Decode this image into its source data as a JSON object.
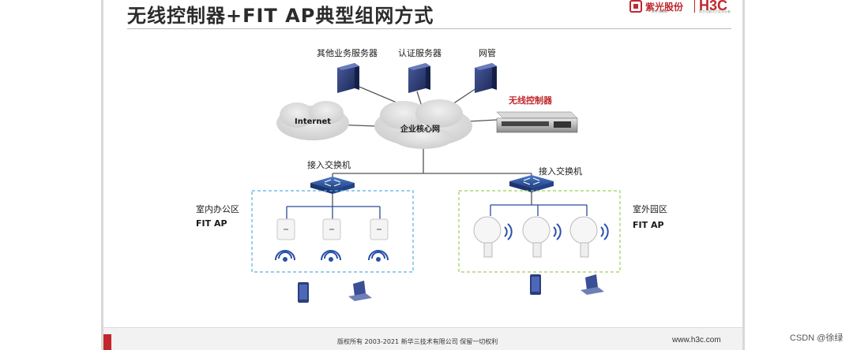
{
  "slide": {
    "title": "无线控制器+FIT AP典型组网方式"
  },
  "logo": {
    "brand_cn": "紫光股份",
    "brand_en": "H3C",
    "tagline_cn": "数字化赋能",
    "tagline_en": "数字化解决方案领导者"
  },
  "diagram": {
    "servers": [
      {
        "label": "其他业务服务器",
        "icon": "server-icon"
      },
      {
        "label": "认证服务器",
        "icon": "server-icon"
      },
      {
        "label": "网管",
        "icon": "server-icon"
      }
    ],
    "controller_label": "无线控制器",
    "internet_label": "Internet",
    "core_label": "企业核心网",
    "switch_left_label": "接入交换机",
    "switch_right_label": "接入交换机",
    "indoor_zone_label": "室内办公区",
    "indoor_ap_label": "FIT AP",
    "outdoor_zone_label": "室外园区",
    "outdoor_ap_label": "FIT AP"
  },
  "footer": {
    "copyright": "版权所有 2003-2021 新华三技术有限公司 保留一切权利",
    "website": "www.h3c.com"
  },
  "watermark": "CSDN @徐绿",
  "colors": {
    "accent": "#c1272d",
    "server": "#2a3a78",
    "switch": "#2f5aa8",
    "indoor_dash": "#58b2e0",
    "outdoor_dash": "#9bd05b",
    "wifi": "#2850a8"
  }
}
